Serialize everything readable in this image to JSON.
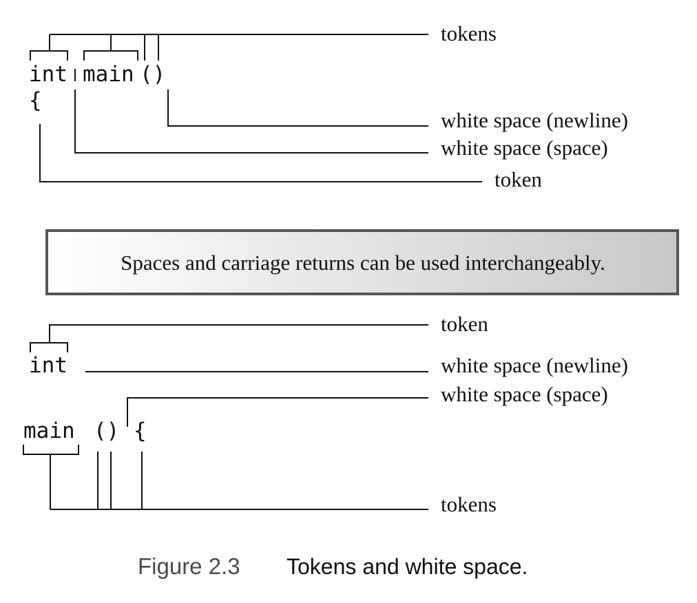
{
  "top": {
    "code_line1_int": "int",
    "code_line1_main": "main",
    "code_line1_parens": "()",
    "code_line2": "{",
    "label_tokens": "tokens",
    "label_ws_newline": "white space (newline)",
    "label_ws_space": "white space (space)",
    "label_token": "token"
  },
  "note": {
    "text": "Spaces and carriage returns can be used interchangeably.",
    "gradient_left": "#ffffff",
    "gradient_right": "#c8c8c8",
    "border_color": "#555555"
  },
  "bottom": {
    "code_int": "int",
    "code_main": "main",
    "code_parens": "()",
    "code_brace": "{",
    "label_token": "token",
    "label_ws_newline": "white space (newline)",
    "label_ws_space": "white space (space)",
    "label_tokens": "tokens"
  },
  "caption": {
    "number": "Figure 2.3",
    "text": "Tokens and white space."
  }
}
